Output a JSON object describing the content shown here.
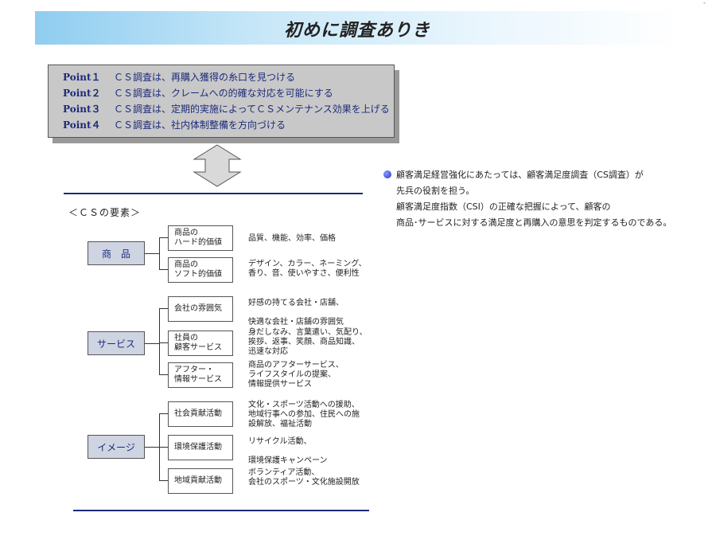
{
  "title": "初めに調査ありき",
  "corner_mark": "‐",
  "points": [
    {
      "label": "Point１",
      "text": "ＣＳ調査は、再購入獲得の糸口を見つける"
    },
    {
      "label": "Point２",
      "text": "ＣＳ調査は、クレームへの的確な対応を可能にする"
    },
    {
      "label": "Point３",
      "text": "ＣＳ調査は、定期的実施によってＣＳメンテナンス効果を上げる"
    },
    {
      "label": "Point４",
      "text": "ＣＳ調査は、社内体制整備を方向づける"
    }
  ],
  "cs_heading": "＜ＣＳの要素＞",
  "categories": [
    {
      "name": "商　品",
      "subs": [
        {
          "name": "商品の\nハード的価値",
          "desc": "品質、機能、効率、価格"
        },
        {
          "name": "商品の\nソフト的価値",
          "desc": "デザイン、カラー、ネーミング、\n香り、音、使いやすさ、便利性"
        }
      ]
    },
    {
      "name": "サービス",
      "subs": [
        {
          "name": "会社の雰囲気",
          "desc": "好感の持てる会社・店舗、\n\n快適な会社・店舗の雰囲気"
        },
        {
          "name": "社員の\n顧客サービス",
          "desc": "身だしなみ、言葉遣い、気配り、\n挨拶、返事、笑顔、商品知識、\n迅速な対応"
        },
        {
          "name": "アフター・\n情報サービス",
          "desc": "商品のアフターサービス、\nライフスタイルの提案、\n情報提供サービス"
        }
      ]
    },
    {
      "name": "イメージ",
      "subs": [
        {
          "name": "社会貢献活動",
          "desc": "文化・スポーツ活動への援助、\n地域行事への参加、住民への施\n設解放、福祉活動"
        },
        {
          "name": "環境保護活動",
          "desc": "リサイクル活動、\n\n環境保護キャンペーン"
        },
        {
          "name": "地域貢献活動",
          "desc": "ボランティア活動、\n会社のスポーツ・文化施設開放"
        }
      ]
    }
  ],
  "summary": [
    "顧客満足経営強化にあたっては、顧客満足度調査（CS調査）が",
    "先兵の役割を担う。",
    "顧客満足度指数（CSI）の正確な把握によって、顧客の",
    "商品･サービスに対する満足度と再購入の意思を判定するものである。"
  ]
}
